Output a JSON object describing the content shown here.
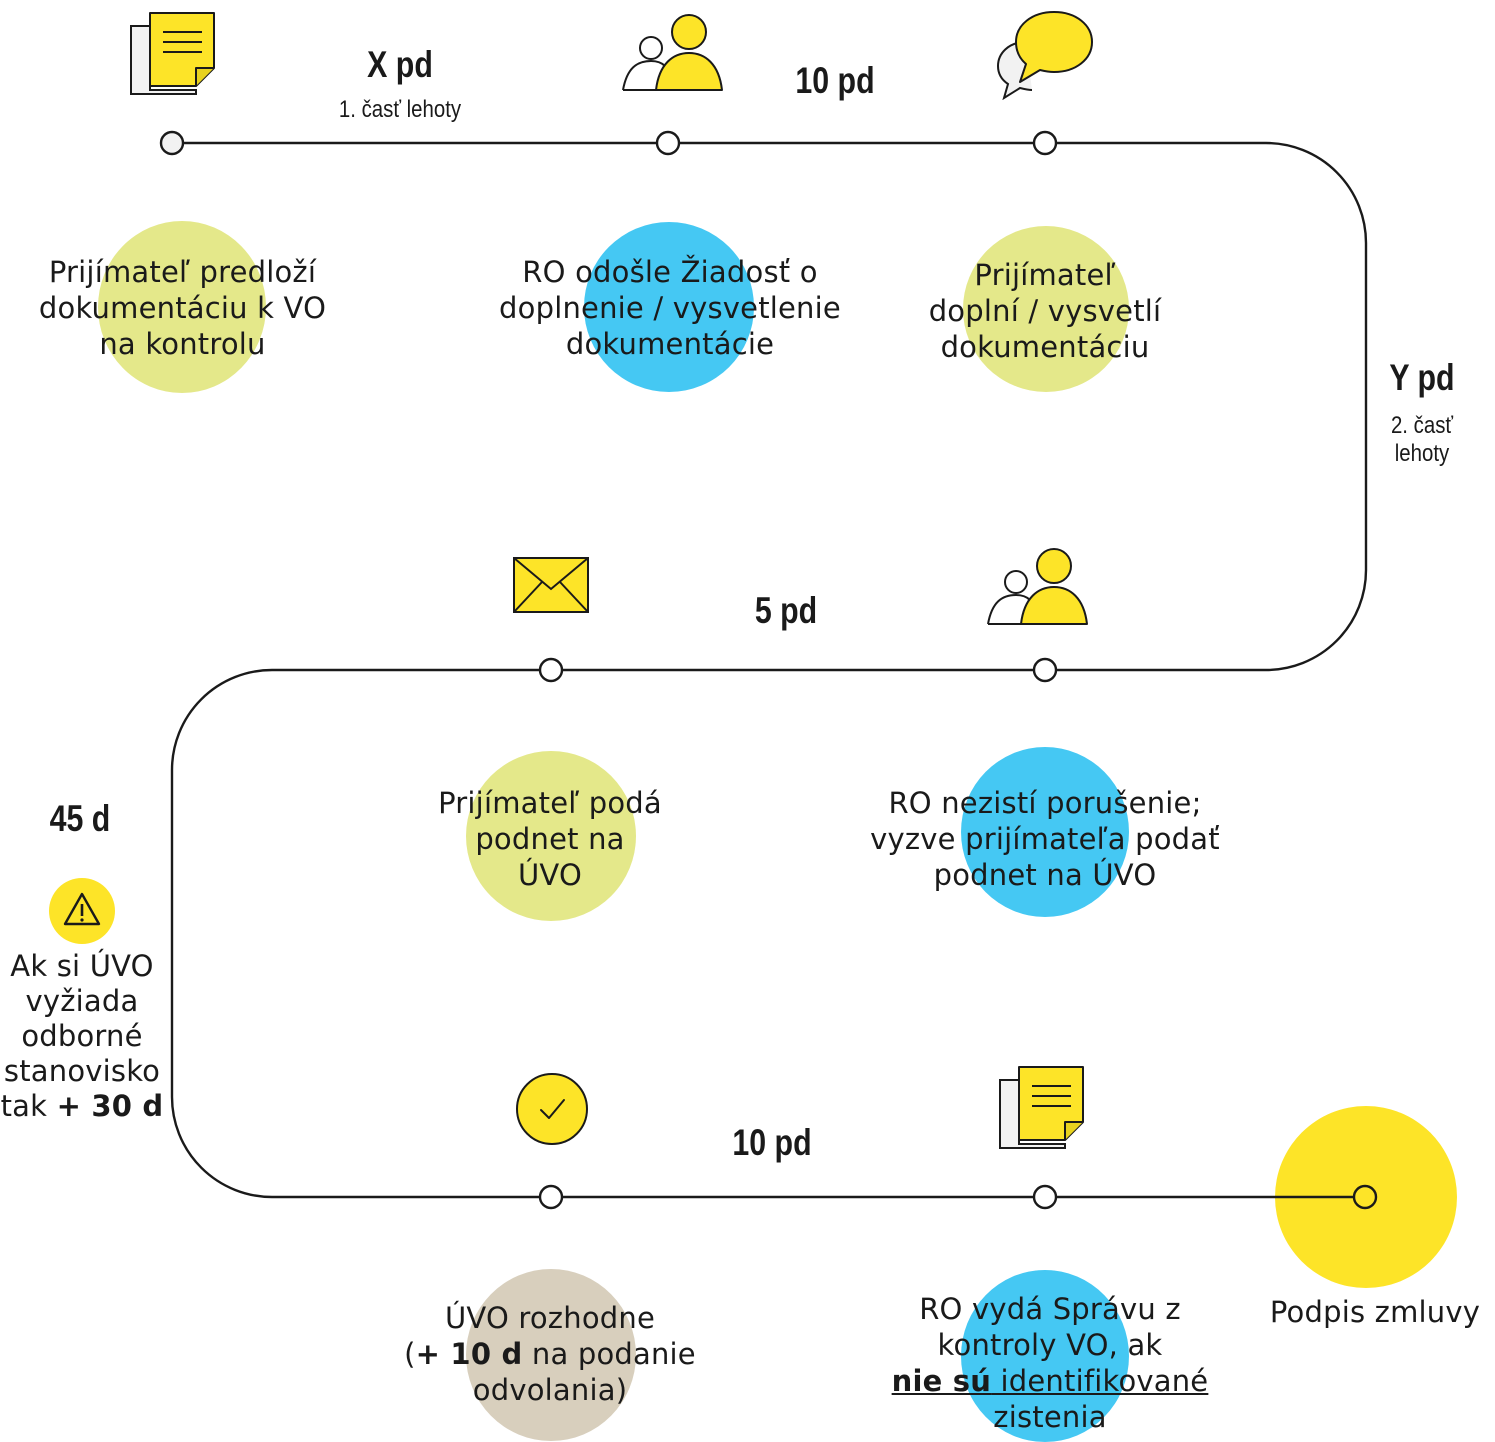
{
  "durations": {
    "x_pd": "X pd",
    "x_sub": "1. časť lehoty",
    "d10_first": "10 pd",
    "y_pd": "Y pd",
    "y_sub_line1": "2. časť",
    "y_sub_line2": "lehoty",
    "d5": "5 pd",
    "d45": "45 d",
    "d10_third": "10 pd"
  },
  "steps": {
    "s1": [
      "Prijímateľ predloží",
      "dokumentáciu k VO",
      "na kontrolu"
    ],
    "s2": [
      "RO odošle Žiadosť o",
      "doplnenie / vysvetlenie",
      "dokumentácie"
    ],
    "s3": [
      "Prijímateľ",
      "doplní / vysvetlí",
      "dokumentáciu"
    ],
    "s4": [
      "RO nezistí porušenie;",
      "vyzve prijímateľa podať",
      "podnet na ÚVO"
    ],
    "s5": [
      "Prijímateľ podá",
      "podnet na",
      "ÚVO"
    ],
    "s6_line1": "ÚVO rozhodne",
    "s6_open": "(",
    "s6_bold": "+ 10 d",
    "s6_rest": " na podanie",
    "s6_line3": "odvolania)",
    "s7_line1": "RO vydá Správu z",
    "s7_line2": "kontroly VO, ak",
    "s7_bold_u": "nie sú",
    "s7_u": " identifikované",
    "s7_line4": "zistenia",
    "s8": "Podpis zmluvy"
  },
  "warning": {
    "lines": [
      "Ak si ÚVO",
      "vyžiada",
      "odborné",
      "stanovisko"
    ],
    "last_prefix": "tak ",
    "last_bold": "+ 30 d"
  },
  "colors": {
    "yellow": "#fde428",
    "light_green": "#e4e88a",
    "blue": "#45c8f3",
    "beige": "#d8cfbd",
    "line": "#1a1a1a"
  },
  "icons": [
    "document-icon",
    "users-icon",
    "speech-bubbles-icon",
    "envelope-icon",
    "check-circle-icon",
    "warning-icon"
  ]
}
